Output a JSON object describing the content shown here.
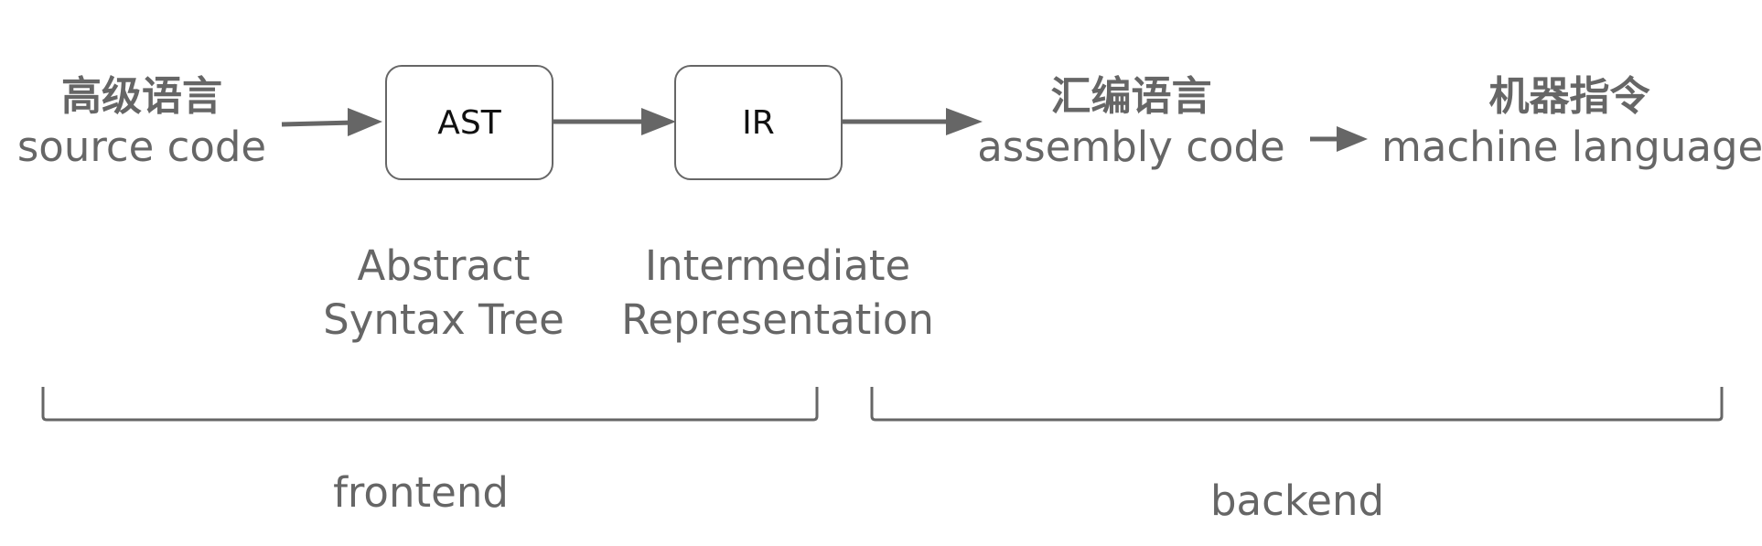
{
  "source": {
    "zh": "高级语言",
    "en": "source code"
  },
  "ast": {
    "label": "AST",
    "caption_line1": "Abstract",
    "caption_line2": "Syntax Tree"
  },
  "ir": {
    "label": "IR",
    "caption_line1": "Intermediate",
    "caption_line2": "Representation"
  },
  "assembly": {
    "zh": "汇编语言",
    "en": "assembly code"
  },
  "machine": {
    "zh": "机器指令",
    "en": "machine language"
  },
  "groups": {
    "frontend": "frontend",
    "backend": "backend"
  },
  "colors": {
    "stroke": "#666666",
    "text": "#666666",
    "box_text": "#111111"
  }
}
